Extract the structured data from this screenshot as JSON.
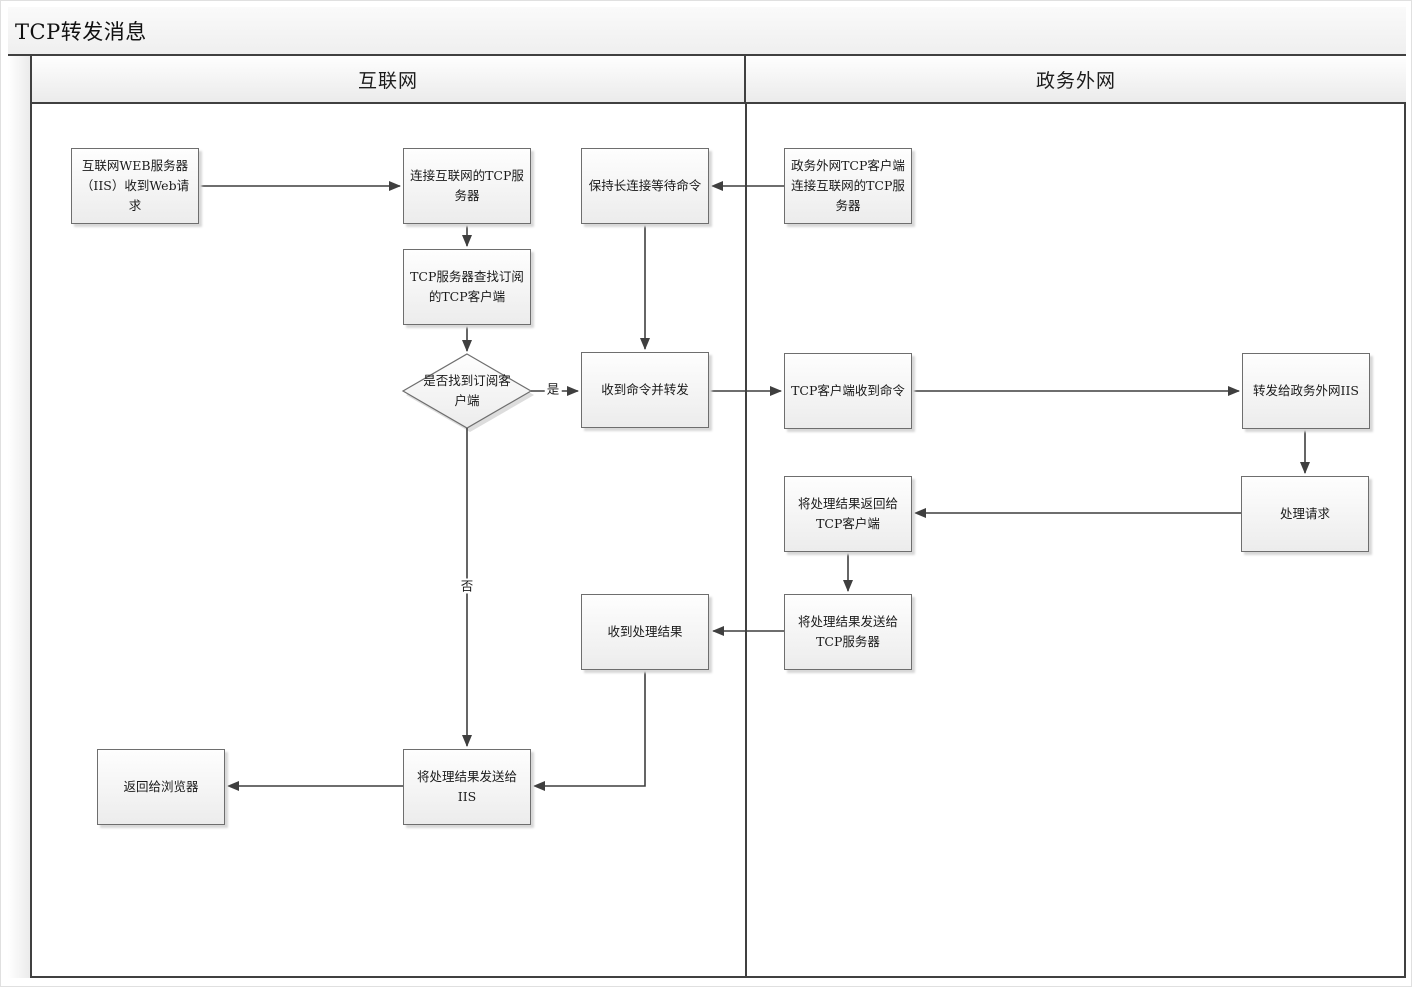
{
  "title": "TCP转发消息",
  "lanes": {
    "internet": {
      "label": "互联网"
    },
    "gov_extranet": {
      "label": "政务外网"
    }
  },
  "nodes": {
    "web_request": {
      "label": "互联网WEB服务器（IIS）收到Web请求"
    },
    "connect_tcp": {
      "label": "连接互联网的TCP服务器"
    },
    "find_client": {
      "label": "TCP服务器查找订阅的TCP客户端"
    },
    "decision_found": {
      "label": "是否找到订阅客户端"
    },
    "keep_alive": {
      "label": "保持长连接等待命令"
    },
    "gov_connect": {
      "label": "政务外网TCP客户端连接互联网的TCP服务器"
    },
    "forward_cmd": {
      "label": "收到命令并转发"
    },
    "client_recv_cmd": {
      "label": "TCP客户端收到命令"
    },
    "forward_gov_iis": {
      "label": "转发给政务外网IIS"
    },
    "handle_request": {
      "label": "处理请求"
    },
    "return_to_client": {
      "label": "将处理结果返回给TCP客户端"
    },
    "send_to_server": {
      "label": "将处理结果发送给TCP服务器"
    },
    "recv_result": {
      "label": "收到处理结果"
    },
    "send_to_iis": {
      "label": "将处理结果发送给IIS"
    },
    "return_browser": {
      "label": "返回给浏览器"
    }
  },
  "edge_labels": {
    "yes": "是",
    "no": "否"
  },
  "colors": {
    "line": "#3f3f3f",
    "frame_border": "#404040",
    "box_border": "#6e6e6e",
    "box_fill_top": "#fefefe",
    "box_fill_bottom": "#ececec",
    "band_fill": "#efefef"
  }
}
